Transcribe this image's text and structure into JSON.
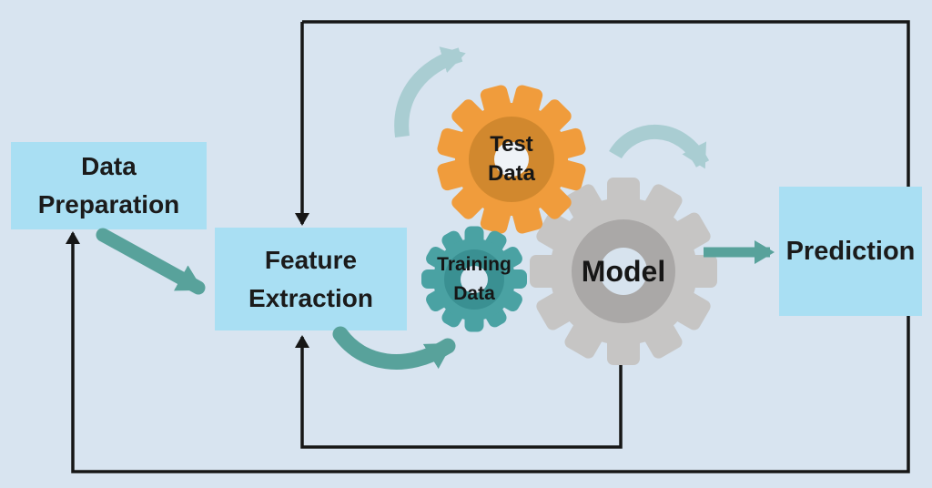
{
  "diagram": {
    "nodes": {
      "data_preparation": {
        "label": "Data Preparation",
        "shape": "box"
      },
      "feature_extraction": {
        "label": "Feature Extraction",
        "shape": "box"
      },
      "test_data": {
        "label": "Test Data",
        "shape": "gear-orange"
      },
      "training_data": {
        "label": "Training Data",
        "shape": "gear-teal"
      },
      "model": {
        "label": "Model",
        "shape": "gear-gray"
      },
      "prediction": {
        "label": "Prediction",
        "shape": "box"
      }
    },
    "edges": [
      {
        "from": "Data Preparation",
        "to": "Feature Extraction",
        "style": "thick-teal-diagonal-arrow"
      },
      {
        "from": "Feature Extraction",
        "to": "Training Data",
        "style": "thick-teal-curved-arrow"
      },
      {
        "from": "Model",
        "to": "Prediction",
        "style": "teal-straight-arrow"
      },
      {
        "from": "Prediction",
        "to": "Feature Extraction",
        "style": "black-line-top-loop"
      },
      {
        "from": "Prediction",
        "to": "Data Preparation",
        "style": "black-line-outer-bottom-loop"
      },
      {
        "from": "Model",
        "to": "Feature Extraction",
        "style": "black-line-inner-bottom-loop"
      }
    ],
    "decorations": [
      {
        "name": "rotation-arc-above-test-data-gear",
        "color": "#a9cdd2"
      },
      {
        "name": "rotation-arc-above-model-gear",
        "color": "#a9cdd2"
      }
    ],
    "colors": {
      "background": "#d8e4f0",
      "node_fill": "#a9dff3",
      "text": "#1b1b1b",
      "connector_line": "#161616",
      "arrow_teal": "#58a29b",
      "arc_teal_light": "#a9cdd2",
      "gear_orange": "#f09c3c",
      "gear_orange_ring": "#d1882e",
      "gear_teal": "#4aa2a3",
      "gear_teal_ring": "#3a9092",
      "gear_gray": "#c6c5c4",
      "gear_gray_ring": "#aaa8a7"
    }
  }
}
